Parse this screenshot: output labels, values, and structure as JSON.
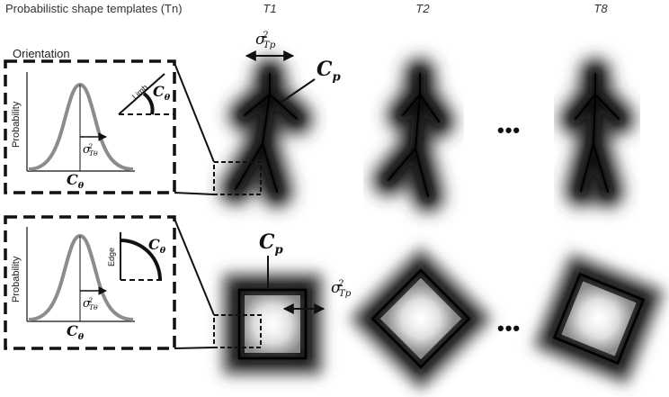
{
  "header": {
    "title": "Probabilistic shape templates (Tn)",
    "col_t1": "T1",
    "col_t2": "T2",
    "col_t8": "T8"
  },
  "top_row": {
    "section_label": "Orientation",
    "y_axis_label": "Probability",
    "inset_label": "Limb",
    "x_axis_symbol": "C",
    "x_axis_symbol_sub": "θ",
    "angle_symbol": "C",
    "angle_symbol_sub": "θ",
    "sigma_theta": "σ",
    "sigma_theta_sup": "2",
    "sigma_theta_sub": "Tθ",
    "sigma_p": "σ",
    "sigma_p_sup": "2",
    "sigma_p_sub": "Tp",
    "cp_symbol": "C",
    "cp_symbol_sub": "p",
    "ellipsis": "•••"
  },
  "bottom_row": {
    "y_axis_label": "Probability",
    "inset_label": "Edge",
    "x_axis_symbol": "C",
    "x_axis_symbol_sub": "θ",
    "angle_symbol": "C",
    "angle_symbol_sub": "θ",
    "sigma_theta": "σ",
    "sigma_theta_sup": "2",
    "sigma_theta_sub": "Tθ",
    "sigma_p": "σ",
    "sigma_p_sup": "2",
    "sigma_p_sub": "Tp",
    "cp_symbol": "C",
    "cp_symbol_sub": "p",
    "ellipsis": "•••"
  },
  "colors": {
    "curve": "#8c8c8c",
    "template_dark": "#000000",
    "template_glow": "#555555",
    "background": "#ffffff"
  }
}
